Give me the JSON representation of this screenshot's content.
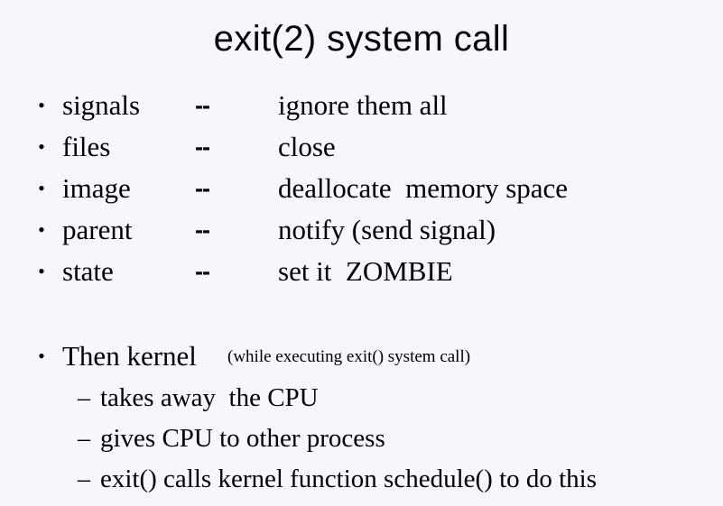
{
  "slide": {
    "background_color": "#f6f6fc",
    "text_color": "#000000",
    "title": "exit(2) system call",
    "bullet_glyph": "•",
    "dash_glyph": "–",
    "separator": "--"
  },
  "pairs": [
    {
      "term": "signals",
      "sep": "--",
      "desc": "ignore them all"
    },
    {
      "term": "files",
      "sep": "--",
      "desc": "close"
    },
    {
      "term": "image",
      "sep": "--",
      "desc": "deallocate  memory space"
    },
    {
      "term": "parent",
      "sep": "--",
      "desc": "notify (send signal)"
    },
    {
      "term": "state",
      "sep": "--",
      "desc": "set it  ZOMBIE"
    }
  ],
  "kernel": {
    "bullet": "•",
    "heading": "Then kernel",
    "note": "(while executing exit() system call)",
    "sub_items": [
      {
        "dash": "–",
        "text": "takes away  the CPU"
      },
      {
        "dash": "–",
        "text": "gives CPU to other process"
      },
      {
        "dash": "–",
        "text": "exit() calls kernel function schedule() to do this"
      }
    ]
  }
}
